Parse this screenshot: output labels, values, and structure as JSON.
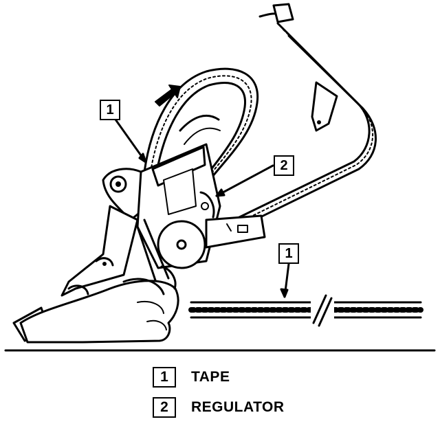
{
  "callouts": [
    {
      "number": "1"
    },
    {
      "number": "2"
    },
    {
      "number": "1"
    }
  ],
  "legend": [
    {
      "number": "1",
      "label": "TAPE"
    },
    {
      "number": "2",
      "label": "REGULATOR"
    }
  ]
}
